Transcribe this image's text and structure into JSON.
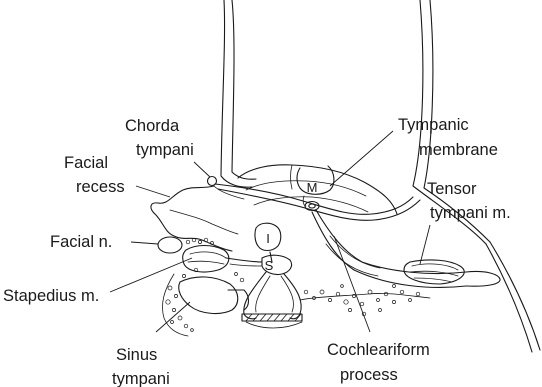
{
  "labels": {
    "chorda_line1": "Chorda",
    "chorda_line2": "tympani",
    "facial_recess_line1": "Facial",
    "facial_recess_line2": "recess",
    "facial_nerve": "Facial n.",
    "stapedius": "Stapedius m.",
    "sinus_line1": "Sinus",
    "sinus_line2": "tympani",
    "tympanic_line1": "Tympanic",
    "tympanic_line2": "membrane",
    "tensor_line1": "Tensor",
    "tensor_line2": "tympani m.",
    "cochleariform_line1": "Cochleariform",
    "cochleariform_line2": "process"
  },
  "markers": {
    "malleus": "M",
    "incus": "I",
    "stapes": "S"
  }
}
